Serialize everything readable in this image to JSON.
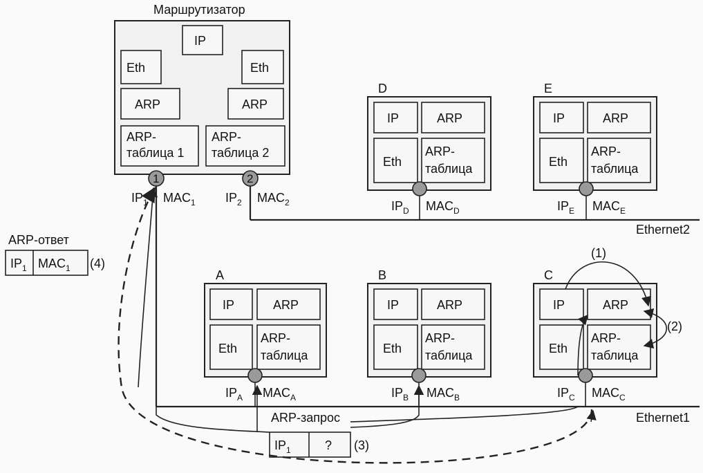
{
  "router": {
    "title": "Маршрутизатор",
    "ip": "IP",
    "eth1": "Eth",
    "eth2": "Eth",
    "arp1": "ARP",
    "arp2": "ARP",
    "table1_l1": "ARP-",
    "table1_l2": "таблица 1",
    "table2_l1": "ARP-",
    "table2_l2": "таблица 2",
    "port1": "1",
    "port2": "2",
    "ip1": "IP",
    "ip1_sub": "1",
    "mac1": "MAC",
    "mac1_sub": "1",
    "ip2": "IP",
    "ip2_sub": "2",
    "mac2": "MAC",
    "mac2_sub": "2"
  },
  "hosts": {
    "D": {
      "name": "D",
      "ip": "IP",
      "arp": "ARP",
      "eth": "Eth",
      "table_l1": "ARP-",
      "table_l2": "таблица",
      "ip_lbl": "IP",
      "ip_sub": "D",
      "mac_lbl": "MAC",
      "mac_sub": "D"
    },
    "E": {
      "name": "E",
      "ip": "IP",
      "arp": "ARP",
      "eth": "Eth",
      "table_l1": "ARP-",
      "table_l2": "таблица",
      "ip_lbl": "IP",
      "ip_sub": "E",
      "mac_lbl": "MAC",
      "mac_sub": "E"
    },
    "A": {
      "name": "A",
      "ip": "IP",
      "arp": "ARP",
      "eth": "Eth",
      "table_l1": "ARP-",
      "table_l2": "таблица",
      "ip_lbl": "IP",
      "ip_sub": "A",
      "mac_lbl": "MAC",
      "mac_sub": "A"
    },
    "B": {
      "name": "B",
      "ip": "IP",
      "arp": "ARP",
      "eth": "Eth",
      "table_l1": "ARP-",
      "table_l2": "таблица",
      "ip_lbl": "IP",
      "ip_sub": "B",
      "mac_lbl": "MAC",
      "mac_sub": "B"
    },
    "C": {
      "name": "C",
      "ip": "IP",
      "arp": "ARP",
      "eth": "Eth",
      "table_l1": "ARP-",
      "table_l2": "таблица",
      "ip_lbl": "IP",
      "ip_sub": "C",
      "mac_lbl": "MAC",
      "mac_sub": "C"
    }
  },
  "networks": {
    "ethernet1": "Ethernet1",
    "ethernet2": "Ethernet2"
  },
  "arp_reply": {
    "title": "ARP-ответ",
    "ip": "IP",
    "ip_sub": "1",
    "mac": "MAC",
    "mac_sub": "1",
    "step": "(4)"
  },
  "arp_request": {
    "title": "ARP-запрос",
    "ip": "IP",
    "ip_sub": "1",
    "query": "?",
    "step": "(3)"
  },
  "steps": {
    "s1": "(1)",
    "s2": "(2)"
  }
}
